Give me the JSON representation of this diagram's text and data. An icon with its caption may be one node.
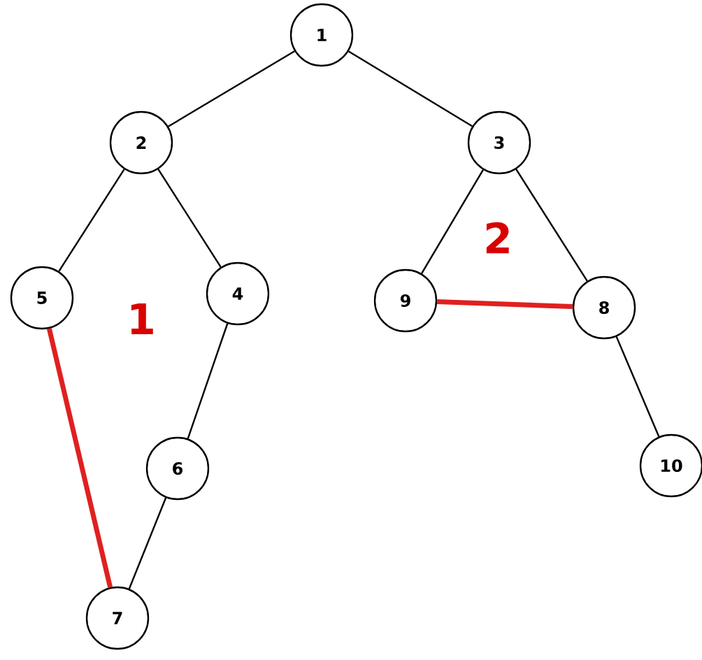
{
  "diagram": {
    "nodes": [
      {
        "text": [
          "1"
        ]
      },
      {
        "text": [
          "2"
        ]
      },
      {
        "text": [
          "3"
        ]
      },
      {
        "text": [
          "5"
        ]
      },
      {
        "text": [
          "4"
        ]
      },
      {
        "text": [
          "9"
        ]
      },
      {
        "text": [
          "8"
        ]
      },
      {
        "text": [
          "6"
        ]
      },
      {
        "text": [
          "10"
        ]
      },
      {
        "text": [
          "7"
        ]
      }
    ],
    "edges": [
      {
        "from": 0,
        "to": 1,
        "arrow": "none"
      },
      {
        "from": 0,
        "to": 2,
        "arrow": "none"
      },
      {
        "from": 1,
        "to": 3,
        "arrow": "none"
      },
      {
        "from": 1,
        "to": 4,
        "arrow": "none"
      },
      {
        "from": 4,
        "to": 7,
        "arrow": "none"
      },
      {
        "from": 7,
        "to": 9,
        "arrow": "none"
      },
      {
        "from": 2,
        "to": 5,
        "arrow": "none"
      },
      {
        "from": 2,
        "to": 6,
        "arrow": "none"
      },
      {
        "from": 6,
        "to": 8,
        "arrow": "none"
      },
      {
        "from": 3,
        "to": 9,
        "arrow": "none",
        "style": "thick",
        "color": "#e02020"
      },
      {
        "from": 5,
        "to": 6,
        "arrow": "none",
        "style": "thick",
        "color": "#e02020"
      }
    ],
    "labels": [
      "1",
      "2"
    ]
  }
}
